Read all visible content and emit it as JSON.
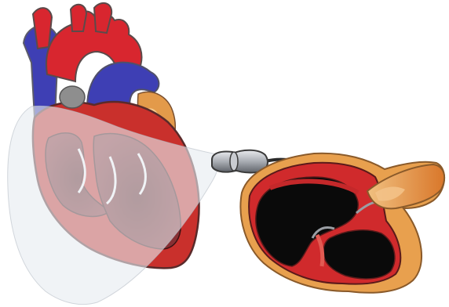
{
  "figure": {
    "subject": "heart-echocardiography-illustration",
    "colors": {
      "background": "#ffffff",
      "artery_red": "#d8262f",
      "vein_blue": "#3e3fb4",
      "fat_orange": "#e39a4a",
      "muscle_red": "#c9302c",
      "chamber_black": "#0a0a0a",
      "beam_gray": "#dfe3e8",
      "probe_gray": "#9a9ea4"
    },
    "parts": [
      "heart",
      "aorta",
      "superior-vena-cava",
      "pulmonary-artery",
      "ultrasound-probe",
      "ultrasound-beam",
      "echo-cross-section"
    ]
  }
}
